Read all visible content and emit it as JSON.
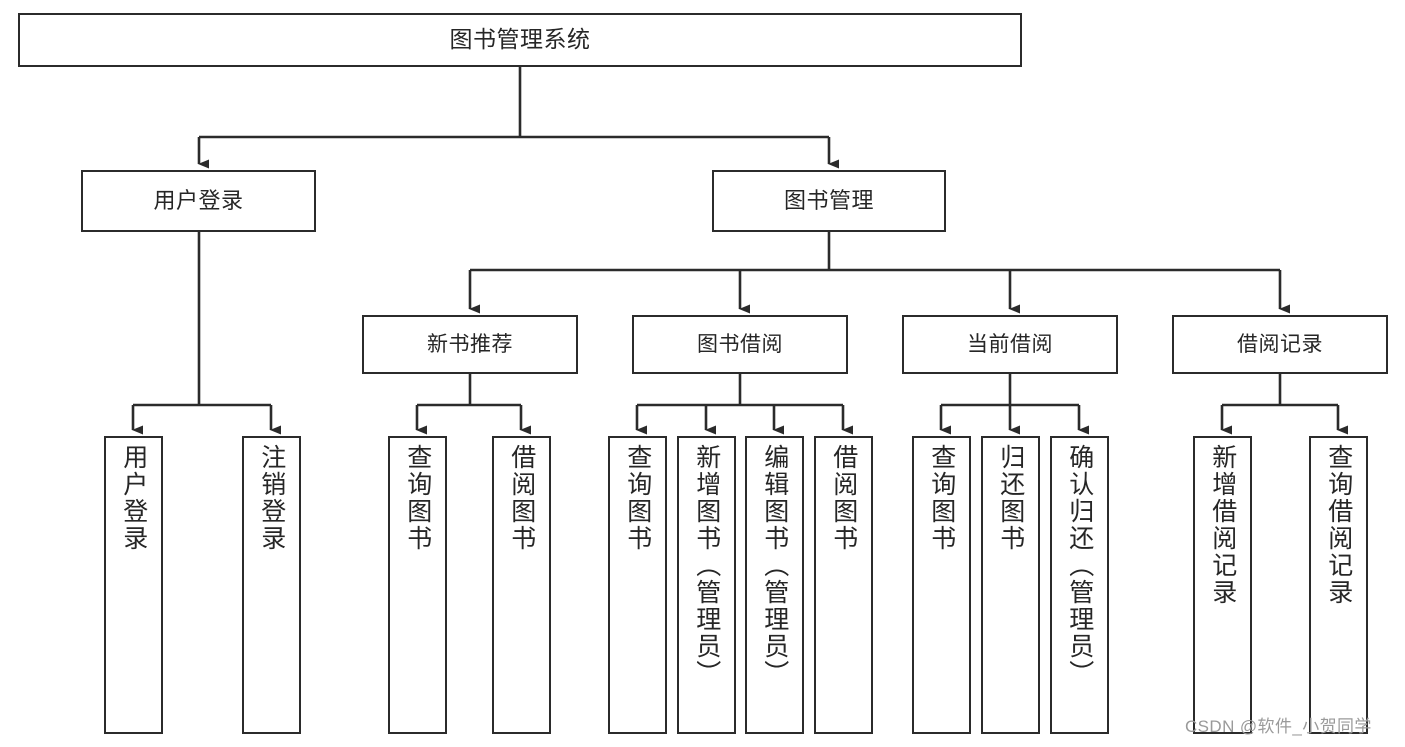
{
  "diagram": {
    "type": "tree",
    "title": "图书管理系统",
    "orientation": "top-down",
    "colors": {
      "box_border": "#2b2b2b",
      "box_fill": "#ffffff",
      "connector": "#2b2b2b",
      "text": "#262626",
      "watermark": "#9a9a9a"
    },
    "root": {
      "label": "图书管理系统"
    },
    "level2": [
      {
        "label": "用户登录"
      },
      {
        "label": "图书管理"
      }
    ],
    "level3": [
      {
        "label": "新书推荐"
      },
      {
        "label": "图书借阅"
      },
      {
        "label": "当前借阅"
      },
      {
        "label": "借阅记录"
      }
    ],
    "leaves": [
      {
        "label": "用户登录",
        "parent": "用户登录"
      },
      {
        "label": "注销登录",
        "parent": "用户登录"
      },
      {
        "label": "查询图书",
        "parent": "新书推荐"
      },
      {
        "label": "借阅图书",
        "parent": "新书推荐"
      },
      {
        "label": "查询图书",
        "parent": "图书借阅"
      },
      {
        "label": "新增图书（管理员）",
        "parent": "图书借阅"
      },
      {
        "label": "编辑图书（管理员）",
        "parent": "图书借阅"
      },
      {
        "label": "借阅图书",
        "parent": "图书借阅"
      },
      {
        "label": "查询图书",
        "parent": "当前借阅"
      },
      {
        "label": "归还图书",
        "parent": "当前借阅"
      },
      {
        "label": "确认归还（管理员）",
        "parent": "当前借阅"
      },
      {
        "label": "新增借阅记录",
        "parent": "借阅记录"
      },
      {
        "label": "查询借阅记录",
        "parent": "借阅记录"
      }
    ]
  },
  "watermark": {
    "text": "CSDN @软件_小贺同学"
  }
}
